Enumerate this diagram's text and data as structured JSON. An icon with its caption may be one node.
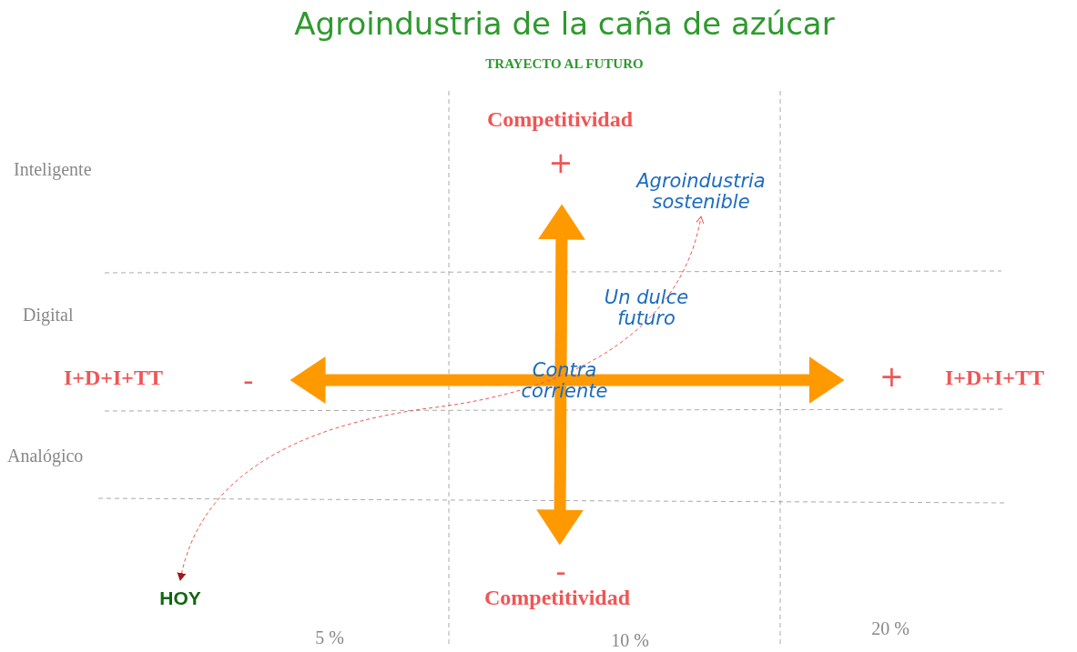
{
  "diagram": {
    "title": "Agroindustria de la caña de azúcar",
    "nodes": [
      {
        "text": [
          "HOY"
        ]
      },
      {
        "text": [
          "Agroindustria sostenible"
        ]
      }
    ],
    "edges": [
      {
        "from": 0,
        "to": 1,
        "arrow": "both",
        "style": "dashed"
      }
    ],
    "labels": [
      "TRAYECTO AL FUTURO",
      "Competitividad",
      "+",
      "Inteligente",
      "Digital",
      "I+D+I+TT",
      "-",
      "+",
      "I+D+I+TT",
      "Un dulce futuro",
      "Contra corriente",
      "Analógico",
      "-",
      "Competitividad",
      "5 %",
      "10 %",
      "20 %"
    ]
  }
}
